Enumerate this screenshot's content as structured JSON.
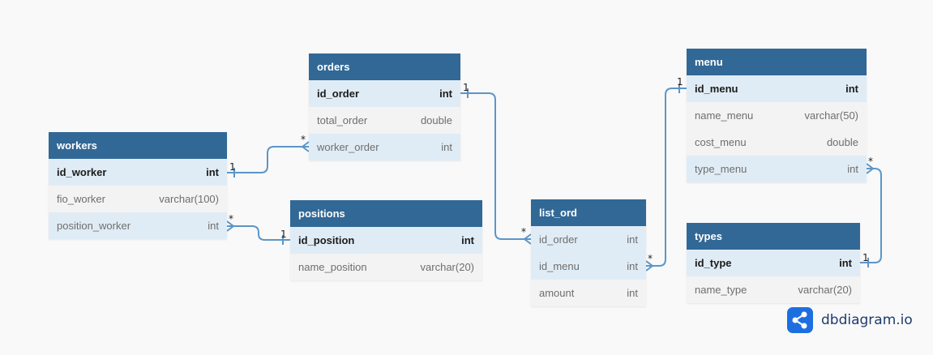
{
  "tables": {
    "workers": {
      "name": "workers",
      "columns": [
        {
          "name": "id_worker",
          "type": "int",
          "pk": true
        },
        {
          "name": "fio_worker",
          "type": "varchar(100)",
          "pk": false
        },
        {
          "name": "position_worker",
          "type": "int",
          "pk": false
        }
      ]
    },
    "orders": {
      "name": "orders",
      "columns": [
        {
          "name": "id_order",
          "type": "int",
          "pk": true
        },
        {
          "name": "total_order",
          "type": "double",
          "pk": false
        },
        {
          "name": "worker_order",
          "type": "int",
          "pk": false
        }
      ]
    },
    "positions": {
      "name": "positions",
      "columns": [
        {
          "name": "id_position",
          "type": "int",
          "pk": true
        },
        {
          "name": "name_position",
          "type": "varchar(20)",
          "pk": false
        }
      ]
    },
    "list_ord": {
      "name": "list_ord",
      "columns": [
        {
          "name": "id_order",
          "type": "int",
          "pk": false
        },
        {
          "name": "id_menu",
          "type": "int",
          "pk": false
        },
        {
          "name": "amount",
          "type": "int",
          "pk": false
        }
      ]
    },
    "menu": {
      "name": "menu",
      "columns": [
        {
          "name": "id_menu",
          "type": "int",
          "pk": true
        },
        {
          "name": "name_menu",
          "type": "varchar(50)",
          "pk": false
        },
        {
          "name": "cost_menu",
          "type": "double",
          "pk": false
        },
        {
          "name": "type_menu",
          "type": "int",
          "pk": false
        }
      ]
    },
    "types": {
      "name": "types",
      "columns": [
        {
          "name": "id_type",
          "type": "int",
          "pk": true
        },
        {
          "name": "name_type",
          "type": "varchar(20)",
          "pk": false
        }
      ]
    }
  },
  "relations": [
    {
      "one": "workers.id_worker",
      "many": "orders.worker_order",
      "one_label": "1",
      "many_label": "*"
    },
    {
      "one": "positions.id_position",
      "many": "workers.position_worker",
      "one_label": "1",
      "many_label": "*"
    },
    {
      "one": "orders.id_order",
      "many": "list_ord.id_order",
      "one_label": "1",
      "many_label": "*"
    },
    {
      "one": "menu.id_menu",
      "many": "list_ord.id_menu",
      "one_label": "1",
      "many_label": "*"
    },
    {
      "one": "types.id_type",
      "many": "menu.type_menu",
      "one_label": "1",
      "many_label": "*"
    }
  ],
  "brand": {
    "text": "dbdiagram.io",
    "logo_icon": "share-nodes-icon"
  },
  "colors": {
    "header": "#316896",
    "row_alt": "#e0ecf5",
    "row": "#f3f3f3",
    "line": "#5b96c8",
    "brand_logo": "#1d6fe0",
    "brand_text": "#1d3c6e"
  }
}
